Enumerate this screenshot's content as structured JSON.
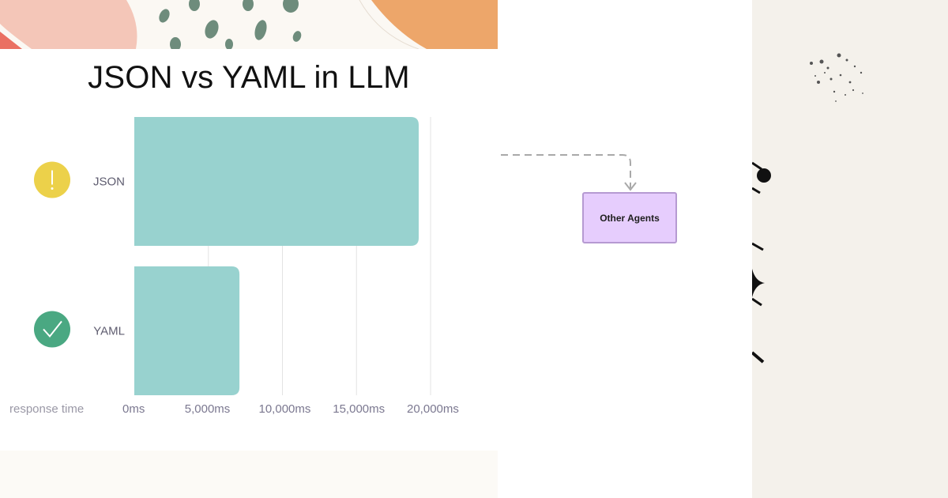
{
  "chart_data": {
    "type": "bar",
    "orientation": "horizontal",
    "title": "JSON vs YAML in LLM",
    "categories": [
      "JSON",
      "YAML"
    ],
    "values": [
      19200,
      7100
    ],
    "xlabel": "response time",
    "xlim": [
      0,
      20000
    ],
    "x_tick_labels": [
      "0ms",
      "5,000ms",
      "10,000ms",
      "15,000ms",
      "20,000ms"
    ],
    "grid": true,
    "bar_color": "#98d2cf",
    "category_icons": [
      {
        "category": "JSON",
        "icon": "warning-exclamation-icon",
        "color": "#ecd14a"
      },
      {
        "category": "YAML",
        "icon": "checkmark-icon",
        "color": "#4aa882"
      }
    ]
  },
  "diagram": {
    "node_label": "Other Agents",
    "node_fill": "#e6cdfd",
    "node_border": "#b69ad2"
  }
}
